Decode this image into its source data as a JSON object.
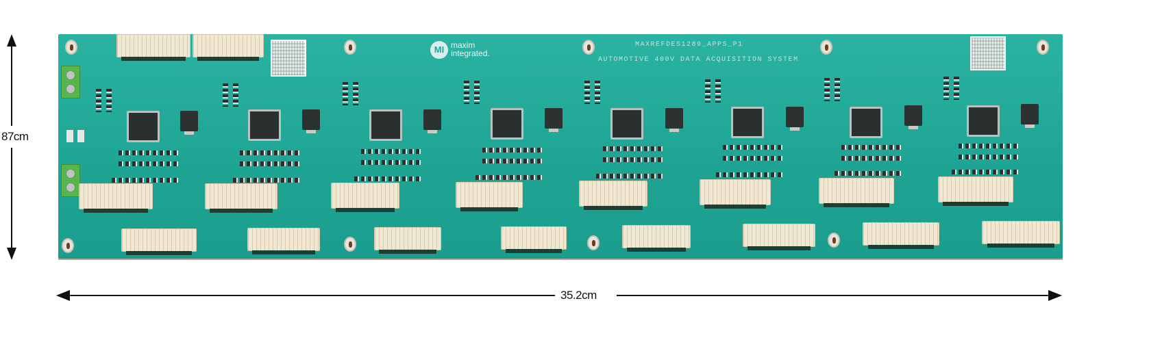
{
  "figure": {
    "subject": "PCB board photo with dimensions",
    "board_color": "#1fa897",
    "connector_color": "#f1e8d4",
    "terminal_color": "#56b64a"
  },
  "dimensions": {
    "height_label": "87cm",
    "width_label": "35.2cm"
  },
  "board": {
    "logo": {
      "mark": "MI",
      "line1": "maxim",
      "line2": "integrated."
    },
    "part_number": "MAXREFDES1289_APPS_P1",
    "title": "AUTOMOTIVE 400V DATA ACQUISITION SYSTEM",
    "channels": 8,
    "top_connectors": 2,
    "upper_row_connectors": 8,
    "lower_row_connectors": 8,
    "terminal_blocks": 2,
    "qr_codes": 2
  }
}
